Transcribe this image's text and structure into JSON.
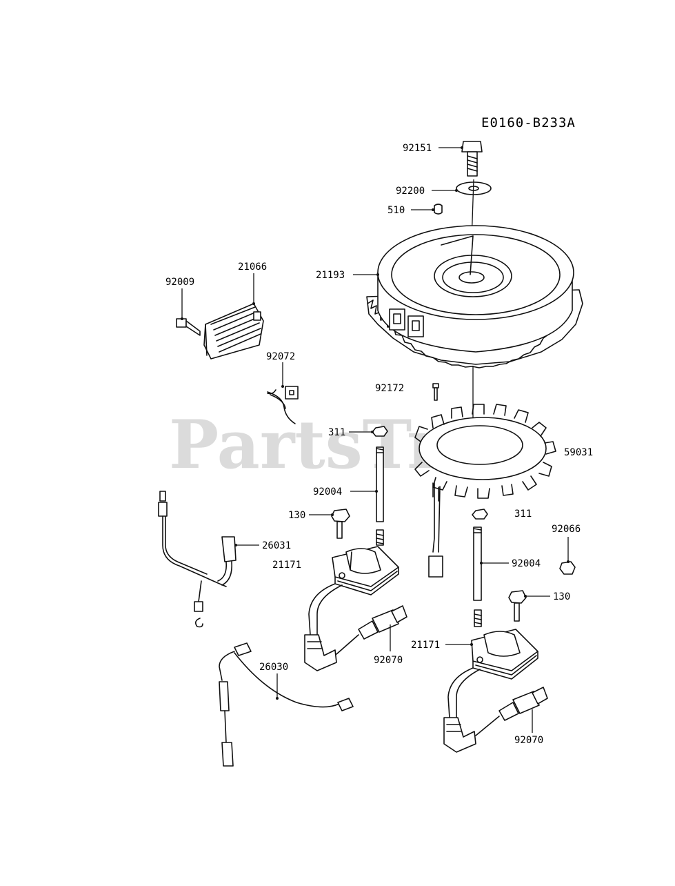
{
  "diagram": {
    "code": "E0160-B233A",
    "watermark": "PartsTree",
    "callouts": [
      {
        "id": "92151",
        "text": "92151"
      },
      {
        "id": "92200",
        "text": "92200"
      },
      {
        "id": "510",
        "text": "510"
      },
      {
        "id": "21193",
        "text": "21193"
      },
      {
        "id": "21066",
        "text": "21066"
      },
      {
        "id": "92009",
        "text": "92009"
      },
      {
        "id": "92072",
        "text": "92072"
      },
      {
        "id": "92172",
        "text": "92172"
      },
      {
        "id": "311a",
        "text": "311"
      },
      {
        "id": "59031",
        "text": "59031"
      },
      {
        "id": "92004a",
        "text": "92004"
      },
      {
        "id": "130a",
        "text": "130"
      },
      {
        "id": "26031",
        "text": "26031"
      },
      {
        "id": "21171a",
        "text": "21171"
      },
      {
        "id": "311b",
        "text": "311"
      },
      {
        "id": "92066",
        "text": "92066"
      },
      {
        "id": "92004b",
        "text": "92004"
      },
      {
        "id": "130b",
        "text": "130"
      },
      {
        "id": "92070a",
        "text": "92070"
      },
      {
        "id": "26030",
        "text": "26030"
      },
      {
        "id": "21171b",
        "text": "21171"
      },
      {
        "id": "92070b",
        "text": "92070"
      }
    ]
  }
}
